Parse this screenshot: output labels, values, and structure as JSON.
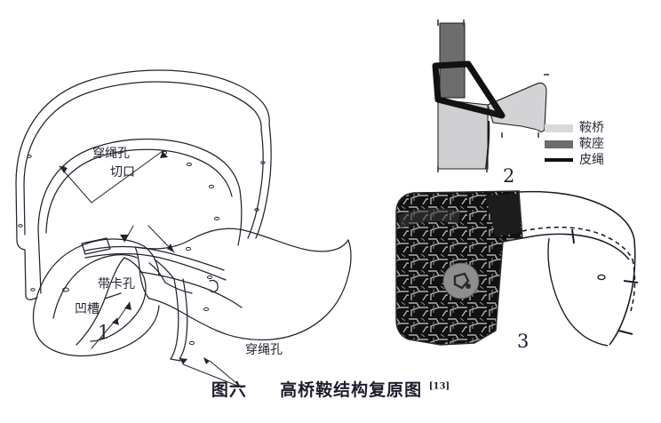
{
  "caption": {
    "figure_number": "图六",
    "title": "高桥鞍结构复原图",
    "reference": "[13]"
  },
  "panels": [
    {
      "id": "1",
      "label": "1",
      "name": "line-drawing-panel"
    },
    {
      "id": "2",
      "label": "2",
      "name": "schematic-panel"
    },
    {
      "id": "3",
      "label": "3",
      "name": "photo-panel"
    }
  ],
  "annotations": {
    "cord_hole_top": "穿绳孔",
    "incision": "切口",
    "belt_buckle_hole": "带卡孔",
    "groove": "凹槽",
    "cord_hole_bottom": "穿绳孔"
  },
  "legend": {
    "items": [
      {
        "label": "鞍桥",
        "color": "#d9d9d9",
        "style": "block"
      },
      {
        "label": "鞍座",
        "color": "#6d6d6d",
        "style": "block"
      },
      {
        "label": "皮绳",
        "color": "#111111",
        "style": "bar"
      }
    ]
  },
  "colors": {
    "background": "#ffffff",
    "ink": "#23232f",
    "saddle_bow_fill": "#d9d9d9",
    "saddle_seat_fill": "#6d6d6d",
    "leather_cord": "#111111",
    "photo_dark": "#1a1a1a",
    "photo_mid": "#8c8c8c"
  }
}
